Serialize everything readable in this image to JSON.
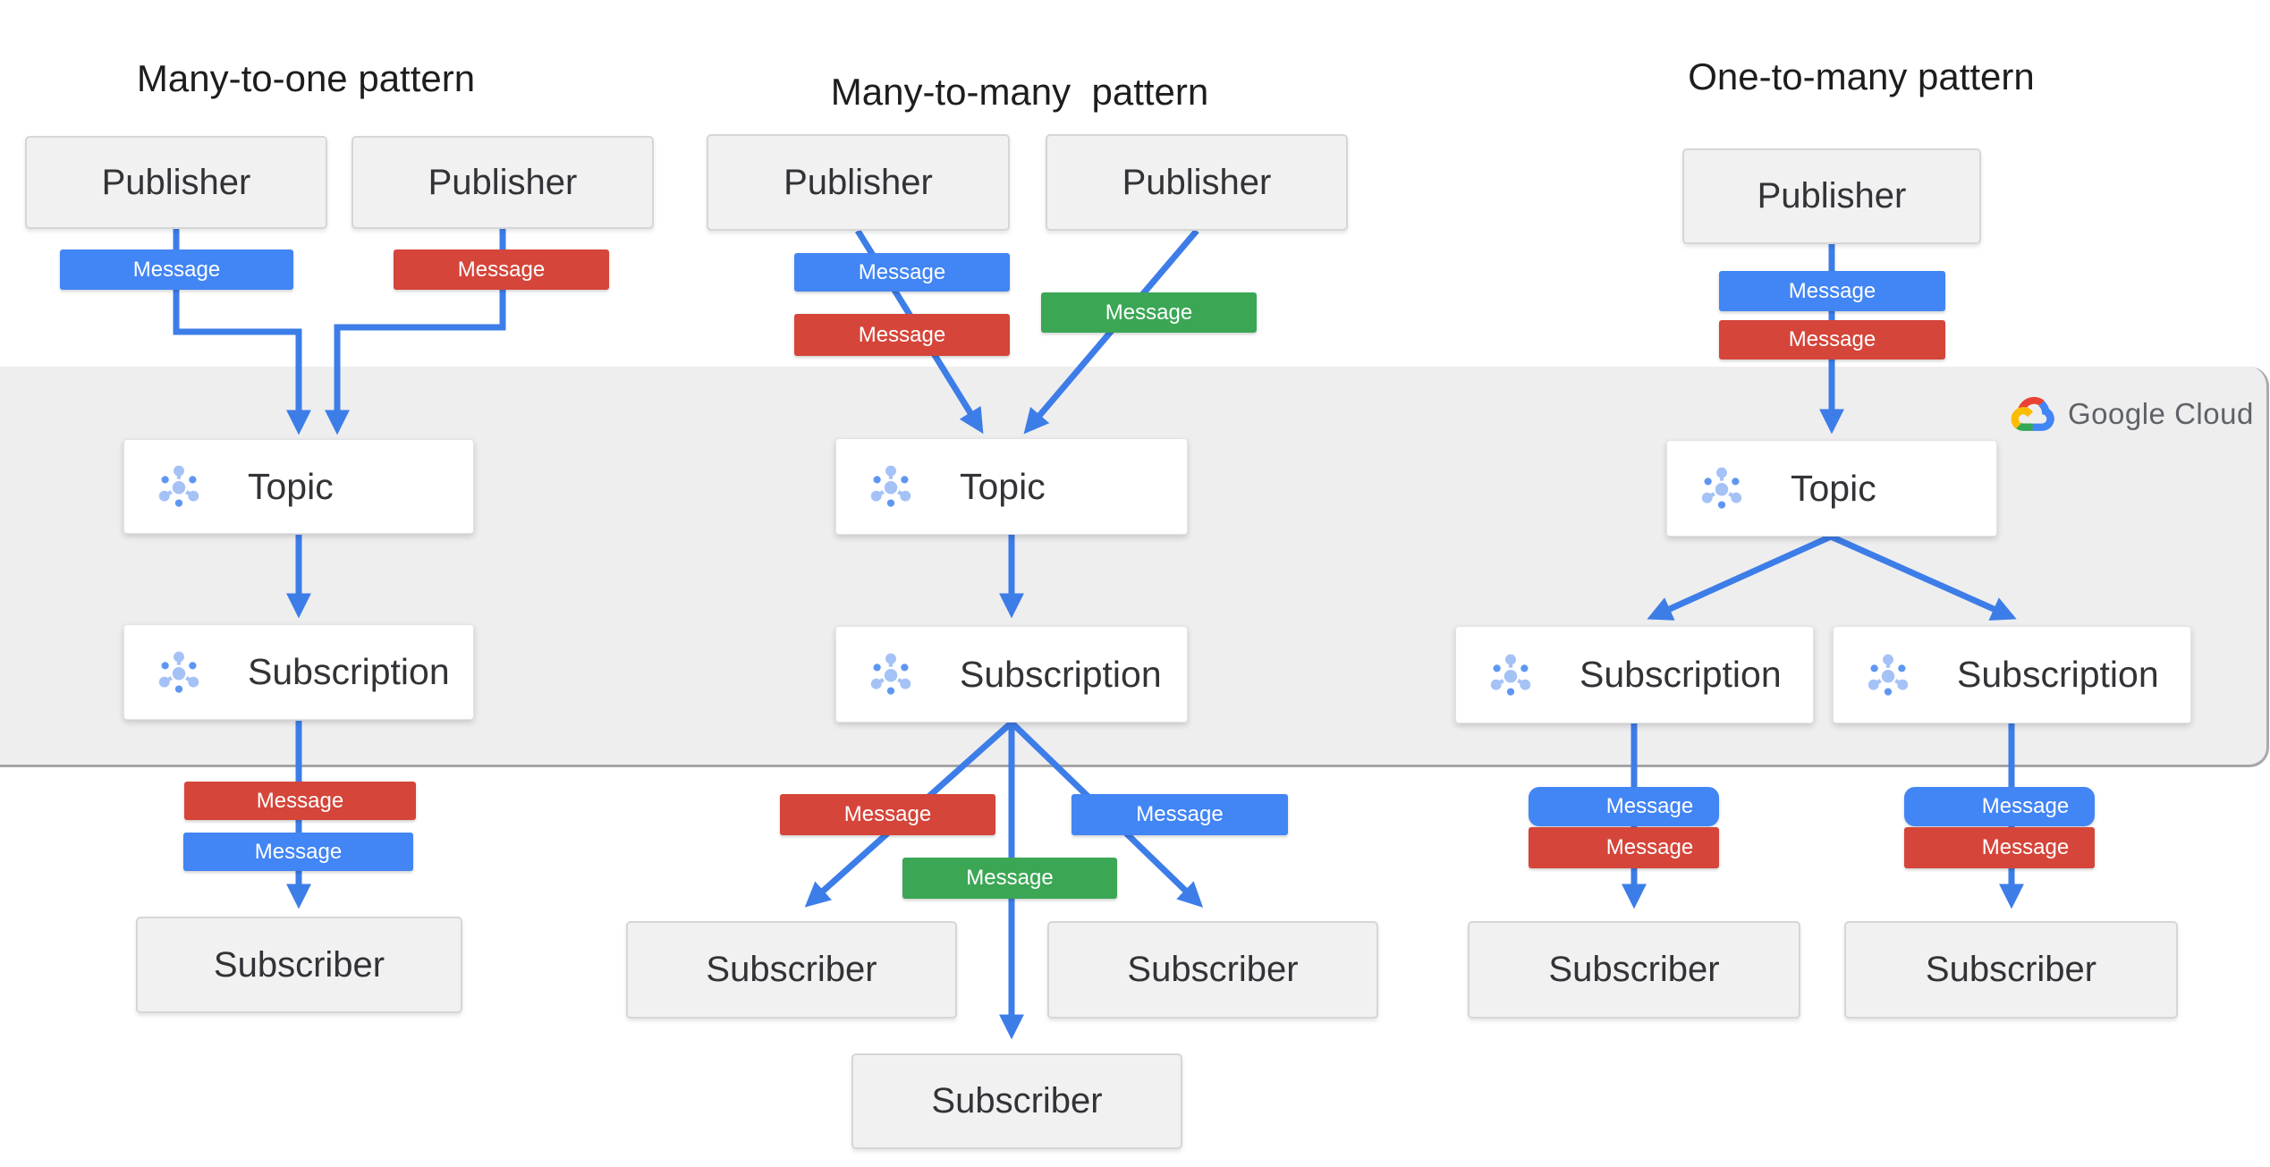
{
  "diagram": {
    "patterns": [
      {
        "title": "Many-to-one pattern"
      },
      {
        "title": "Many-to-many  pattern"
      },
      {
        "title": "One-to-many pattern"
      }
    ],
    "node_labels": {
      "publisher": "Publisher",
      "topic": "Topic",
      "subscription": "Subscription",
      "subscriber": "Subscriber",
      "message": "Message"
    },
    "brand": {
      "name": "Google Cloud"
    },
    "colors": {
      "message_blue": "#4285f4",
      "message_red": "#d5453a",
      "message_green": "#3ba755",
      "arrow_blue": "#3d7de8",
      "service_band": "#eeeeef",
      "band_border": "#a5a5a8",
      "node_gray_fill": "#f1f1f2",
      "node_white_fill": "#ffffff",
      "title_text": "#1d1d1d",
      "logo_text_gray": "#5f6368",
      "logo_red": "#ea4335",
      "logo_yellow": "#fbbc04",
      "logo_green": "#34a853",
      "logo_blue": "#4285f4",
      "icon_light_blue": "#a5c2f6",
      "icon_mid_blue": "#5e97f2"
    }
  }
}
